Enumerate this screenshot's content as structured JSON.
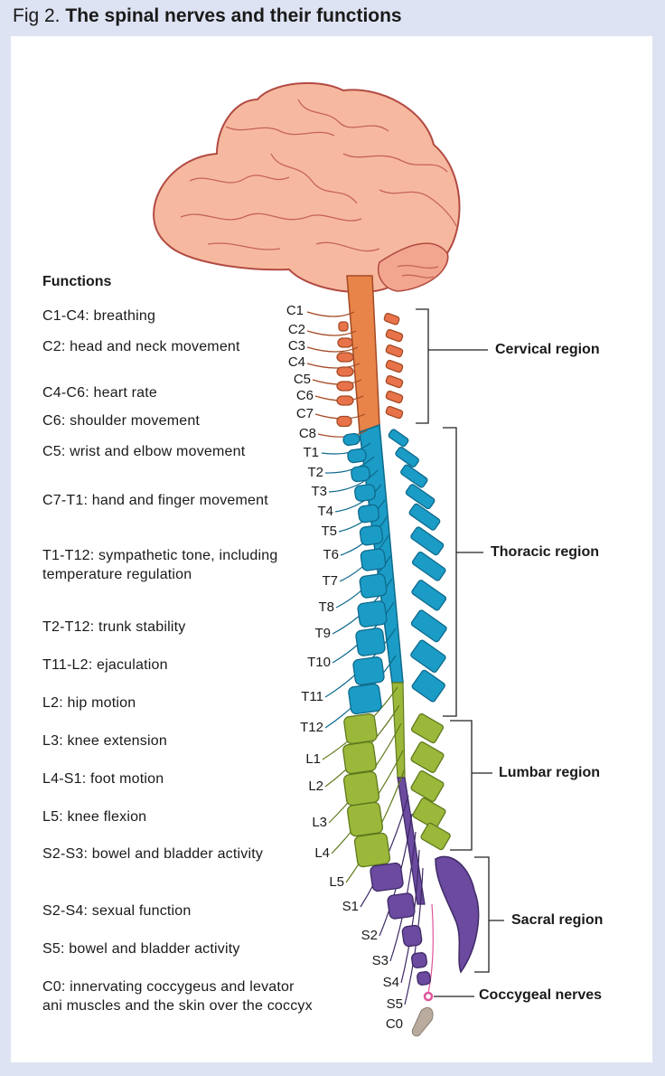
{
  "figure": {
    "prefix": "Fig 2.",
    "title": "The spinal nerves and their functions"
  },
  "functions": {
    "heading": "Functions",
    "items": [
      "C1-C4: breathing",
      "C2: head and neck movement",
      "C4-C6: heart rate",
      "C6: shoulder movement",
      "C5: wrist and elbow movement",
      "C7-T1: hand and finger movement",
      "T1-T12: sympathetic tone, including temperature regulation",
      "T2-T12: trunk stability",
      "T11-L2: ejaculation",
      "L2: hip motion",
      "L3: knee extension",
      "L4-S1: foot motion",
      "L5: knee flexion",
      "S2-S3: bowel and bladder activity",
      "S2-S4: sexual function",
      "S5: bowel and bladder activity",
      "C0: innervating coccygeus and levator ani muscles and the skin over the coccyx"
    ]
  },
  "levels": [
    "C1",
    "C2",
    "C3",
    "C4",
    "C5",
    "C6",
    "C7",
    "C8",
    "T1",
    "T2",
    "T3",
    "T4",
    "T5",
    "T6",
    "T7",
    "T8",
    "T9",
    "T10",
    "T11",
    "T12",
    "L1",
    "L2",
    "L3",
    "L4",
    "L5",
    "S1",
    "S2",
    "S3",
    "S4",
    "S5",
    "C0"
  ],
  "regions": {
    "cervical": "Cervical region",
    "thoracic": "Thoracic region",
    "lumbar": "Lumbar region",
    "sacral": "Sacral region",
    "coccygeal": "Coccygeal nerves"
  },
  "colors": {
    "cervical": "#e8734a",
    "thoracic": "#1b9cc6",
    "lumbar": "#9bb83a",
    "sacral": "#6b4aa0",
    "coccygeal": "#e0559a",
    "brain": "#f6b9a0",
    "coccyx": "#b9ab9e"
  }
}
